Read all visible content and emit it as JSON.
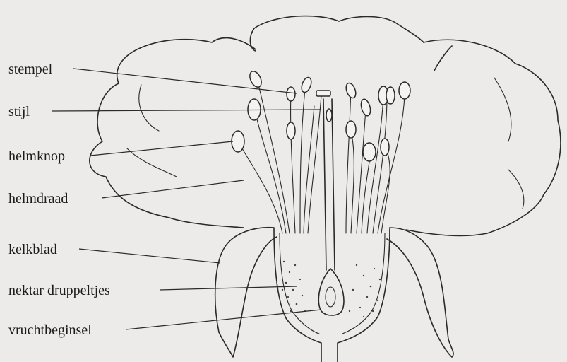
{
  "labels": {
    "stempel": "stempel",
    "stijl": "stijl",
    "helmknop": "helmknop",
    "helmdraad": "helmdraad",
    "kelkblad": "kelkblad",
    "nektar": "nektar druppeltjes",
    "vruchtbeginsel": "vruchtbeginsel"
  },
  "colors": {
    "background": "#ecebea",
    "ink": "#2a2a2a",
    "text": "#1c1c1c"
  }
}
